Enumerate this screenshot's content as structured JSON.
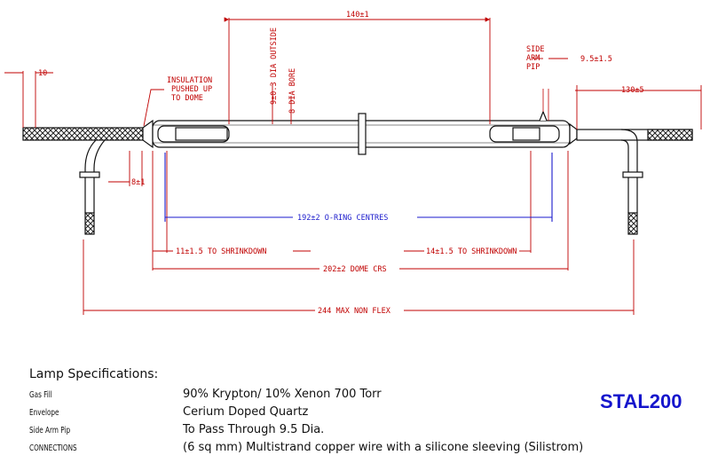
{
  "drawing": {
    "dimensions": {
      "top_length": "140±1",
      "lead_left": "10",
      "insulation_note": [
        "INSULATION",
        "PUSHED UP",
        "TO DOME"
      ],
      "outside_dia": "9±0.3 DIA OUTSIDE",
      "bore_dia": "8 DIA BORE",
      "side_arm_label": [
        "SIDE",
        "ARM",
        "PIP"
      ],
      "side_arm_dim": "9.5±1.5",
      "lead_right": "130±5",
      "left_offset": "8±1",
      "oring": "192±2 O-RING CENTRES",
      "shrink_left": "11±1.5 TO SHRINKDOWN",
      "shrink_right": "14±1.5 TO SHRINKDOWN",
      "dome": "202±2 DOME CRS",
      "overall": "244 MAX NON FLEX"
    }
  },
  "specs": {
    "title": "Lamp Specifications:",
    "rows": [
      {
        "label": "Gas Fill",
        "value": "90% Krypton/ 10% Xenon   700 Torr"
      },
      {
        "label": "Envelope",
        "value": "Cerium Doped Quartz"
      },
      {
        "label": "Side Arm Pip",
        "value": "To Pass Through 9.5 Dia."
      },
      {
        "label": "CONNECTIONS",
        "value": "(6 sq mm) Multistrand copper wire with a silicone sleeving (Silistrom)"
      }
    ],
    "model": "STAL200"
  },
  "colors": {
    "dimension": "#c00000",
    "oring": "#1a1acc",
    "outline": "#111111",
    "model": "#1515cc"
  }
}
